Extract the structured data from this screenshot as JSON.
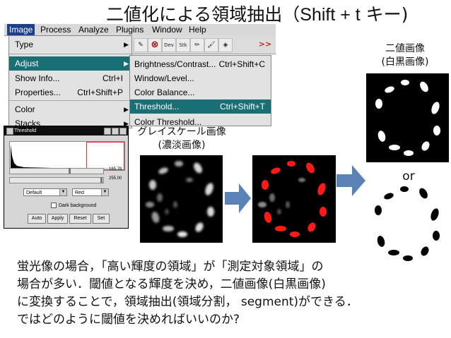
{
  "title": {
    "main": "二値化による領域抽出（",
    "key": "Shift + t",
    "suffix": " キー)"
  },
  "menubar": [
    "Image",
    "Process",
    "Analyze",
    "Plugins",
    "Window",
    "Help"
  ],
  "menubar_active": "Image",
  "image_menu": [
    {
      "label": "Type",
      "shortcut": "",
      "submenu": true
    },
    {
      "label": "Adjust",
      "shortcut": "",
      "submenu": true,
      "active": true
    },
    {
      "label": "Show Info...",
      "shortcut": "Ctrl+I"
    },
    {
      "label": "Properties...",
      "shortcut": "Ctrl+Shift+P"
    },
    {
      "label": "Color",
      "shortcut": "",
      "submenu": true
    },
    {
      "label": "Stacks",
      "shortcut": "",
      "submenu": true
    }
  ],
  "adjust_submenu": [
    {
      "label": "Brightness/Contrast...",
      "shortcut": "Ctrl+Shift+C"
    },
    {
      "label": "Window/Level...",
      "shortcut": ""
    },
    {
      "label": "Color Balance...",
      "shortcut": ""
    },
    {
      "label": "Threshold...",
      "shortcut": "Ctrl+Shift+T",
      "active": true
    },
    {
      "label": "Color Threshold...",
      "shortcut": ""
    }
  ],
  "toolbar": {
    "dev_label": "Dev",
    "stk_label": "Stk",
    "more_label": ">>"
  },
  "threshold_dialog": {
    "title": "Threshold",
    "lower_value": "165.78",
    "upper_value": "255.00",
    "method": "Default",
    "display": "Red",
    "checkbox_label": "Dark background",
    "buttons": [
      "Auto",
      "Apply",
      "Reset",
      "Set"
    ],
    "lower_fraction": 0.65,
    "upper_fraction": 1.0
  },
  "labels": {
    "gray_line1": "グレイスケール画像",
    "gray_line2": "(濃淡画像)",
    "binary_line1": "二値画像",
    "binary_line2": "(白黒画像)",
    "or": "or"
  },
  "body_lines": [
    "蛍光像の場合，「高い輝度の領域」が「測定対象領域」の",
    "場合が多い．閾値となる輝度を決め，二値画像(白黒画像)",
    "に変換することで，領域抽出(領域分割， segment)ができる．",
    "ではどのように閾値を決めればいいのか?"
  ],
  "colors": {
    "menu_highlight": "#1a6f74",
    "arrow": "#5b82b6",
    "threshold_overlay": "#ff1a1a"
  }
}
